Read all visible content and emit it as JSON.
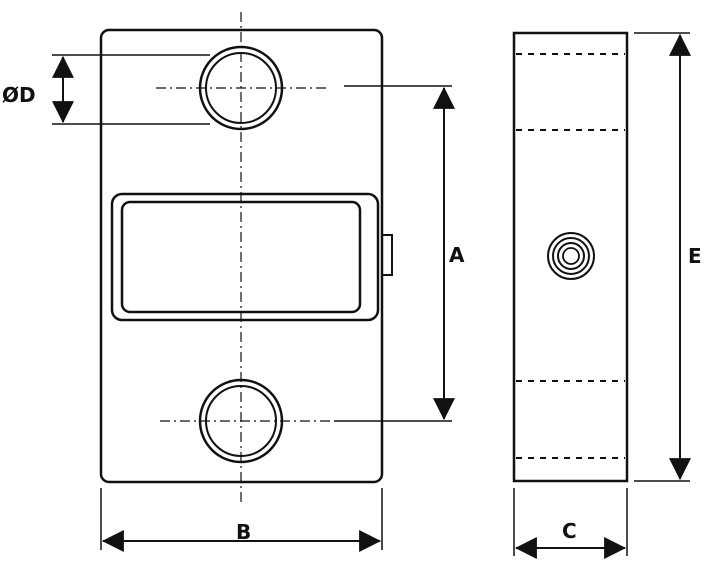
{
  "drawing": {
    "front_view": {
      "dimension_labels": {
        "height": "A",
        "width": "B",
        "hole_diameter": "ØD"
      }
    },
    "side_view": {
      "dimension_labels": {
        "depth": "C",
        "total_height": "E"
      }
    }
  }
}
